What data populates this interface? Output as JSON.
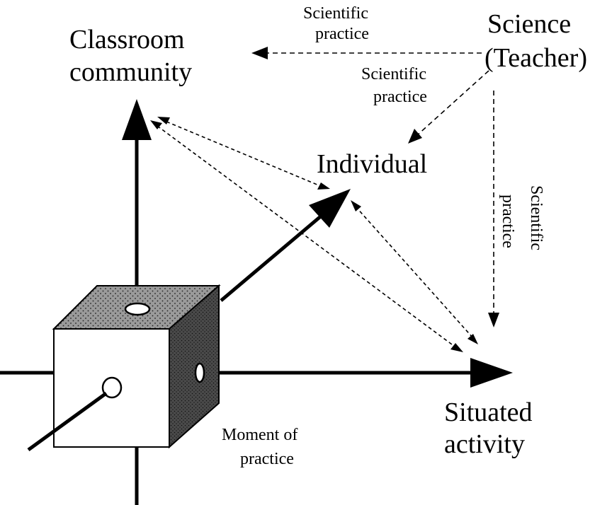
{
  "nodes": {
    "classroom": [
      "Classroom",
      "community"
    ],
    "science": [
      "Science",
      "(Teacher)"
    ],
    "individual": "Individual",
    "situated": [
      "Situated",
      "activity"
    ],
    "moment": [
      "Moment of",
      "practice"
    ]
  },
  "edge_labels": {
    "to_classroom": [
      "Scientific",
      "practice"
    ],
    "to_individual": [
      "Scientific",
      "practice"
    ],
    "to_situated": [
      "Scientific",
      "practice"
    ]
  }
}
